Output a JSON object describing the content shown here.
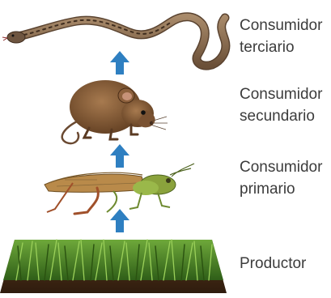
{
  "levels": [
    {
      "line1": "Consumidor",
      "line2": "terciario",
      "icon": "snake"
    },
    {
      "line1": "Consumidor",
      "line2": "secundario",
      "icon": "mouse"
    },
    {
      "line1": "Consumidor",
      "line2": "primario",
      "icon": "grasshopper"
    },
    {
      "line1": "Productor",
      "line2": "",
      "icon": "grass"
    }
  ],
  "colors": {
    "arrow": "#2e7fc1",
    "text": "#3c3c3c",
    "grass": "#3f7a22",
    "soil": "#4a2d16",
    "mouse": "#7a4f2c",
    "snake": "#8a6d52",
    "grasshopper": "#8aa23c"
  }
}
